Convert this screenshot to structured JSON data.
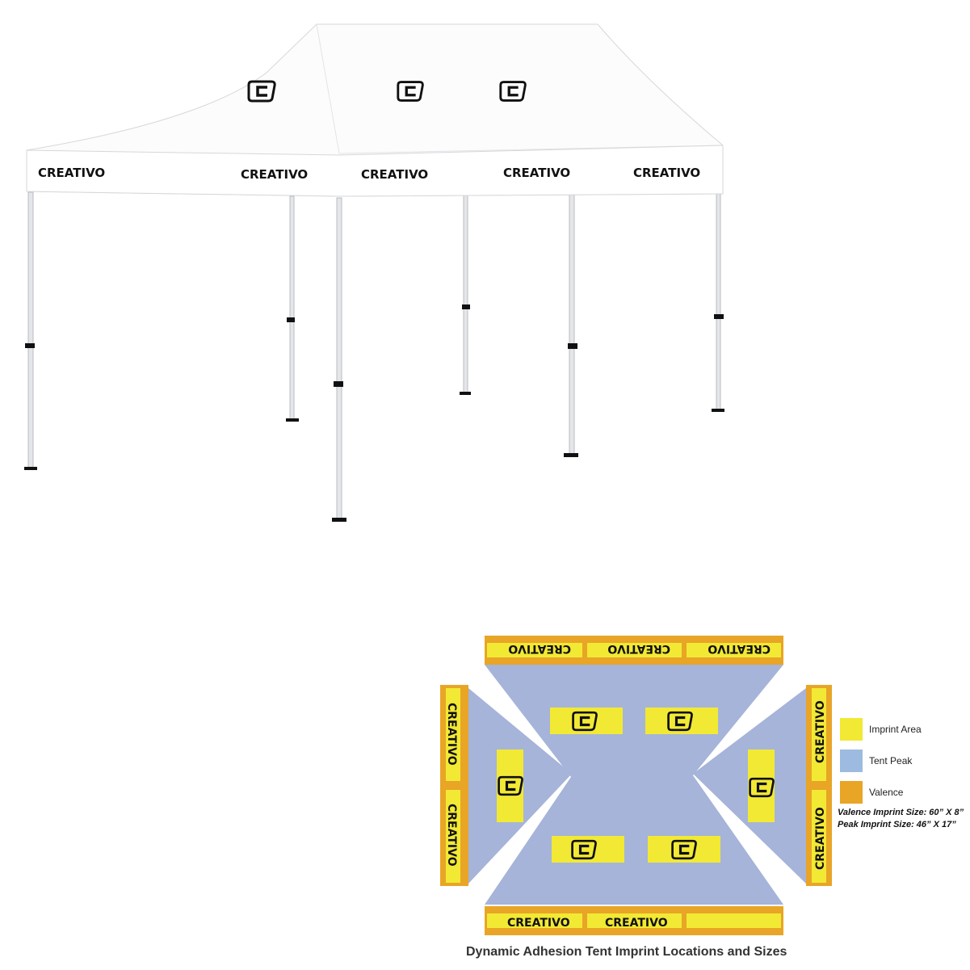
{
  "tent": {
    "valance_labels": [
      "CREATIVO",
      "CREATIVO",
      "CREATIVO",
      "CREATIVO",
      "CREATIVO"
    ]
  },
  "diagram": {
    "top_valance": [
      "CREATIVO",
      "CREATIVO",
      "CREATIVO"
    ],
    "left_valance": [
      "CREATIVO",
      "CREATIVO"
    ],
    "right_valance": [
      "CREATIVO",
      "CREATIVO"
    ],
    "bottom_valance": [
      "CREATIVO",
      "CREATIVO",
      ""
    ],
    "caption": "Dynamic Adhesion Tent Imprint Locations and Sizes"
  },
  "legend": {
    "items": [
      {
        "label": "Imprint Area",
        "color": "#f2e935"
      },
      {
        "label": "Tent Peak",
        "color": "#9dbbe0"
      },
      {
        "label": "Valence",
        "color": "#e8a526"
      }
    ],
    "valence_size": "Valence Imprint Size: 60” X 8”",
    "peak_size": "Peak Imprint Size: 46” X 17”"
  },
  "colors": {
    "imprint": "#f2e935",
    "peak": "#a5b4d8",
    "valance": "#e8a526"
  }
}
